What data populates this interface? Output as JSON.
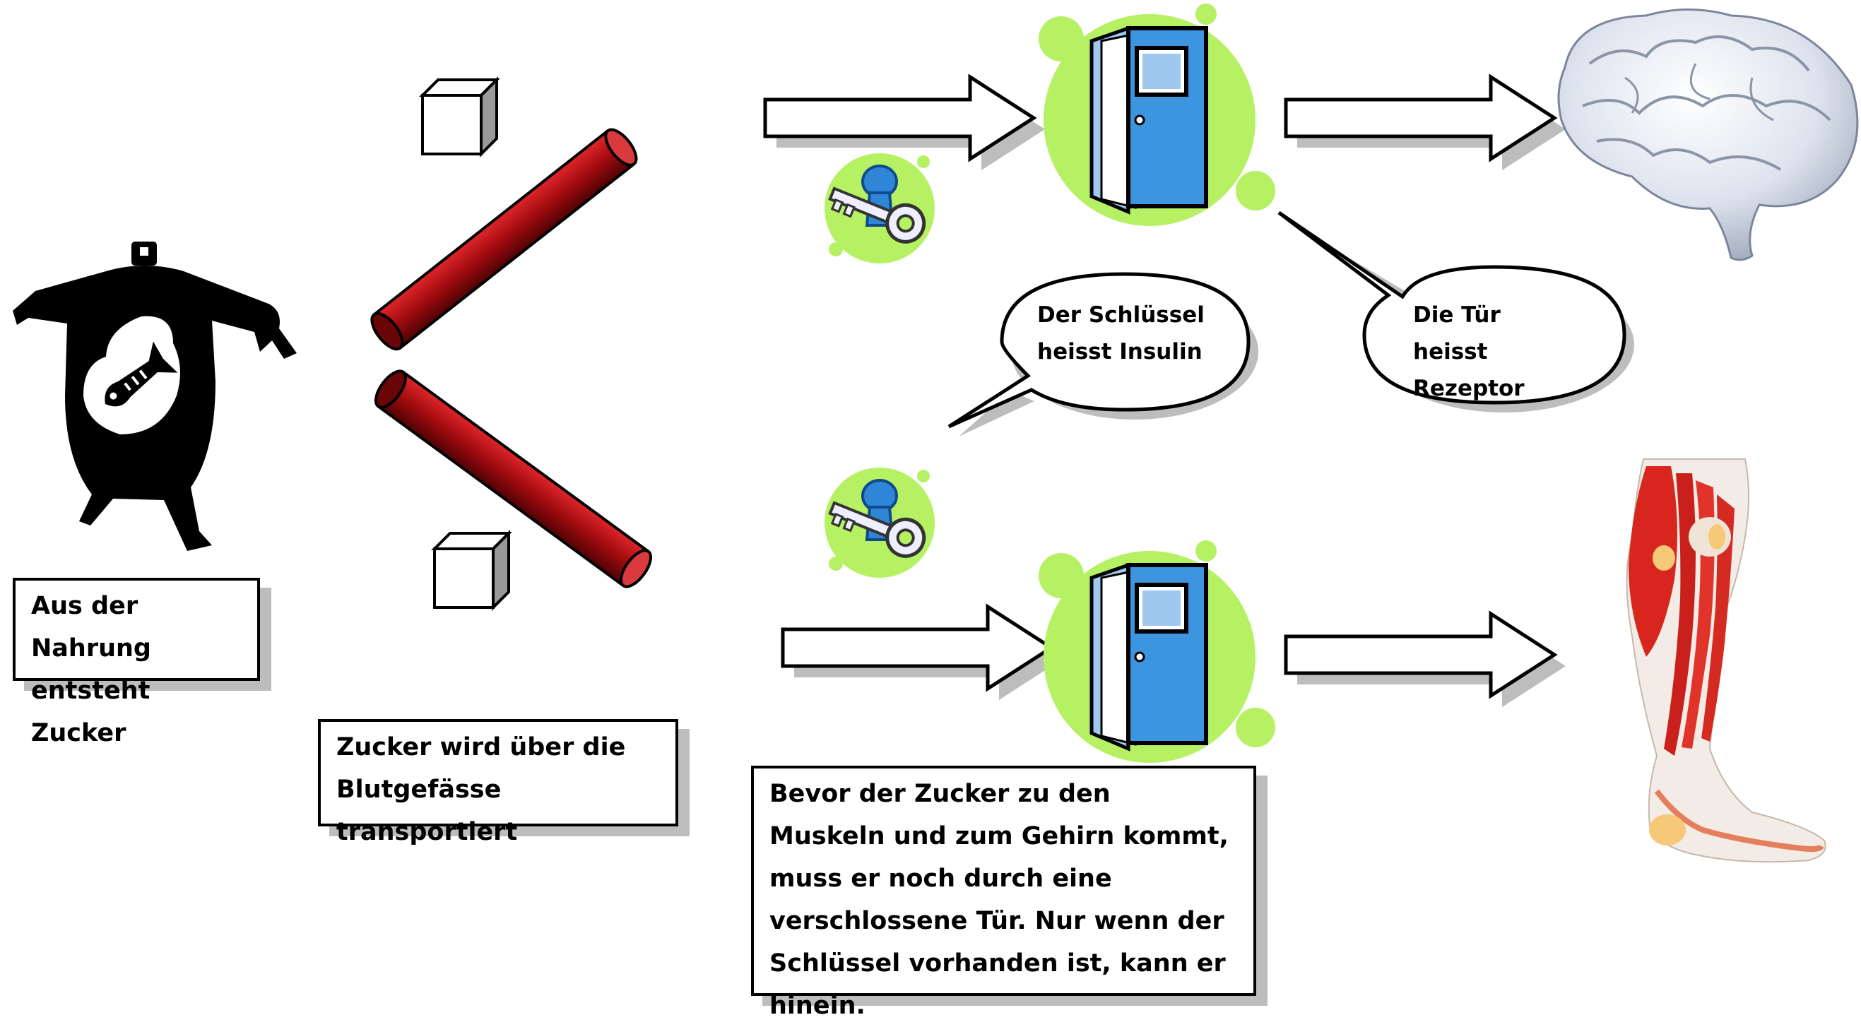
{
  "boxes": {
    "nahrung": "Aus der Nahrung entsteht Zucker",
    "blutgefaesse": "Zucker wird über die Blutgefässe transportiert",
    "erklaerung": "Bevor der Zucker zu den Muskeln und zum Gehirn kommt, muss er noch durch eine verschlossene Tür. Nur wenn der Schlüssel vorhanden ist, kann er hinein."
  },
  "bubbles": {
    "insulin": "Der Schlüssel heisst Insulin",
    "rezeptor": "Die Tür heisst Rezeptor"
  },
  "colors": {
    "vessel_red": "#b00d10",
    "vessel_dark": "#5e0406",
    "splash_green": "#b6f163",
    "door_blue": "#3d95df",
    "key_blue": "#2f86d6",
    "muscle_red": "#d8261f"
  },
  "icons": [
    "person-eating-fish-icon",
    "sugar-cube-icon",
    "blood-vessel-icon",
    "arrow-icon",
    "key-icon",
    "door-icon",
    "brain-icon",
    "leg-muscle-icon"
  ]
}
